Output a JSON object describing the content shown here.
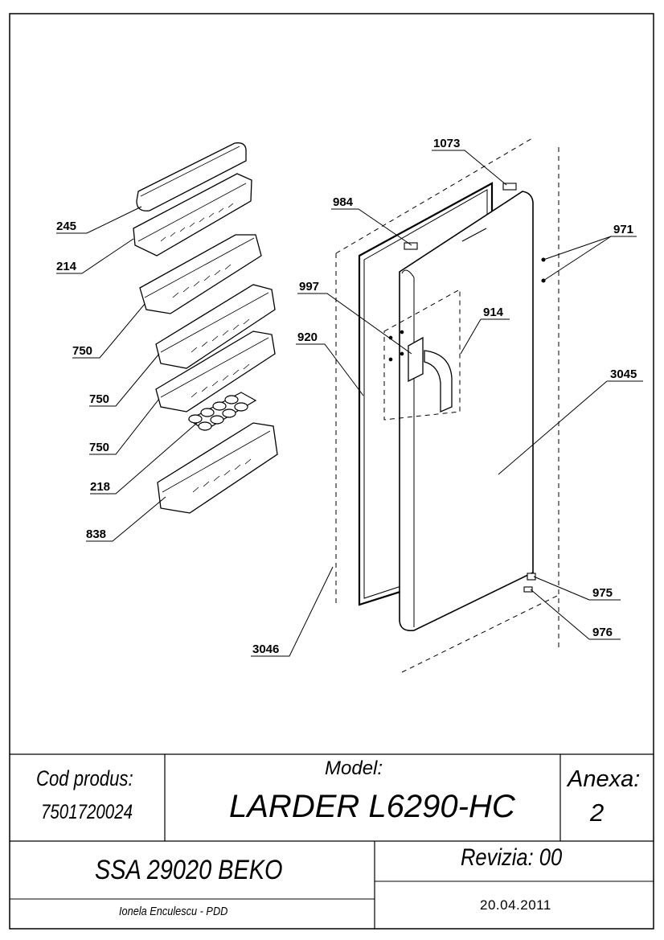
{
  "callouts": {
    "c245": "245",
    "c214": "214",
    "c750a": "750",
    "c750b": "750",
    "c750c": "750",
    "c218": "218",
    "c838": "838",
    "c984": "984",
    "c1073": "1073",
    "c971": "971",
    "c997": "997",
    "c914": "914",
    "c920": "920",
    "c3045": "3045",
    "c975": "975",
    "c976": "976",
    "c3046": "3046"
  },
  "title_block": {
    "code_label": "Cod produs:",
    "code_value": "7501720024",
    "model_label": "Model:",
    "model_value": "LARDER L6290-HC",
    "annex_label": "Anexa:",
    "annex_value": "2",
    "ssa": "SSA 29020 BEKO",
    "revision": "Revizia: 00",
    "author": "Ionela Enculescu - PDD",
    "date": "20.04.2011"
  }
}
